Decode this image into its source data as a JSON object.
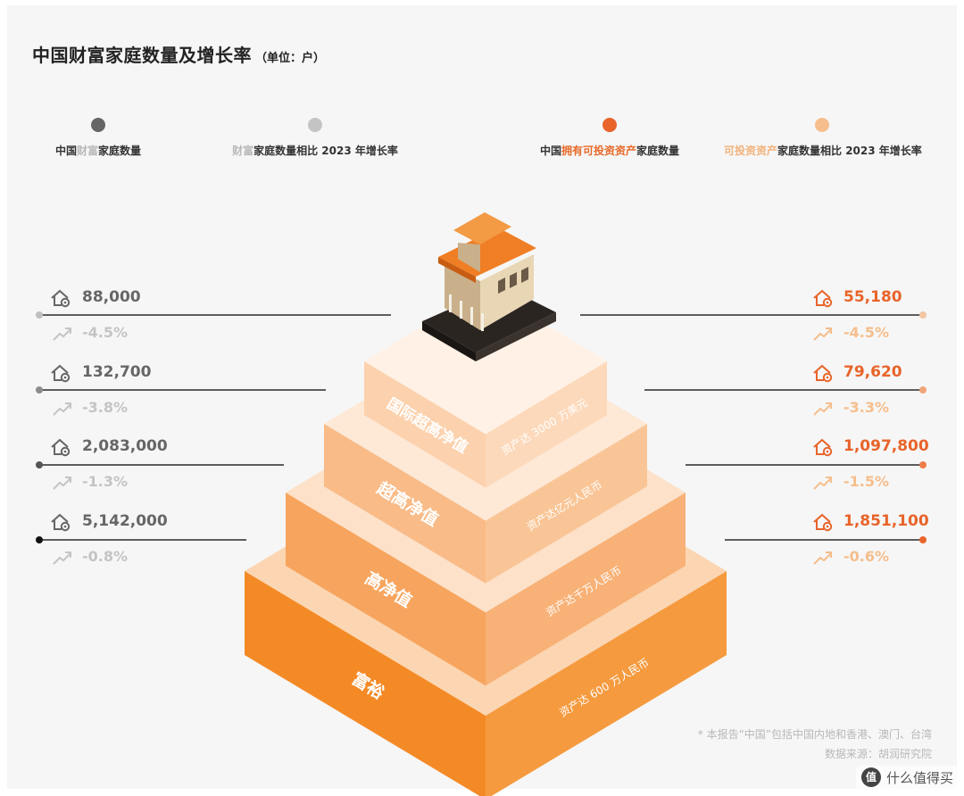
{
  "page": {
    "title": "中国财富家庭数量及增长率",
    "unit": "（单位：户）",
    "legend": [
      {
        "parts": [
          {
            "t": "中国",
            "c": ""
          },
          {
            "t": "财富",
            "c": "hl-gray"
          },
          {
            "t": "家庭数量",
            "c": ""
          }
        ],
        "color": "#666666"
      },
      {
        "parts": [
          {
            "t": "财富",
            "c": "hl-gray"
          },
          {
            "t": "家庭数量相比 2023 年增长率",
            "c": ""
          }
        ],
        "color": "#c4c4c4"
      },
      {
        "parts": [
          {
            "t": "中国",
            "c": ""
          },
          {
            "t": "拥有可投资资产",
            "c": "hl-orange"
          },
          {
            "t": "家庭数量",
            "c": ""
          }
        ],
        "color": "#e8642a"
      },
      {
        "parts": [
          {
            "t": "可投资资产",
            "c": "hl-lorange"
          },
          {
            "t": "家庭数量相比 2023 年增长率",
            "c": ""
          }
        ],
        "color": "#f5be8c"
      }
    ],
    "footnote": [
      "* 本报告“中国”包括中国内地和香港、澳门、台湾",
      "数据来源：胡润研究院"
    ],
    "watermark": {
      "logo": "值",
      "text": "什么值得买"
    },
    "icons": {
      "house": "house-icon",
      "trend": "trend-up-icon"
    },
    "colors": {
      "left_count": "#666666",
      "left_rate": "#c4c4c4",
      "right_count": "#e8642a",
      "right_rate": "#f5be8c"
    }
  },
  "chart_data": {
    "type": "table",
    "tiers": [
      {
        "name": "国际超高净值",
        "threshold": "资产达 3000 万美元",
        "wealth_households": "88,000",
        "wealth_growth": "-4.5%",
        "investable_households": "55,180",
        "investable_growth": "-4.5%"
      },
      {
        "name": "超高净值",
        "threshold": "资产达亿元人民币",
        "wealth_households": "132,700",
        "wealth_growth": "-3.8%",
        "investable_households": "79,620",
        "investable_growth": "-3.3%"
      },
      {
        "name": "高净值",
        "threshold": "资产达千万人民币",
        "wealth_households": "2,083,000",
        "wealth_growth": "-1.3%",
        "investable_households": "1,097,800",
        "investable_growth": "-1.5%"
      },
      {
        "name": "富裕",
        "threshold": "资产达 600 万人民币",
        "wealth_households": "5,142,000",
        "wealth_growth": "-0.8%",
        "investable_households": "1,851,100",
        "investable_growth": "-0.6%"
      }
    ]
  }
}
